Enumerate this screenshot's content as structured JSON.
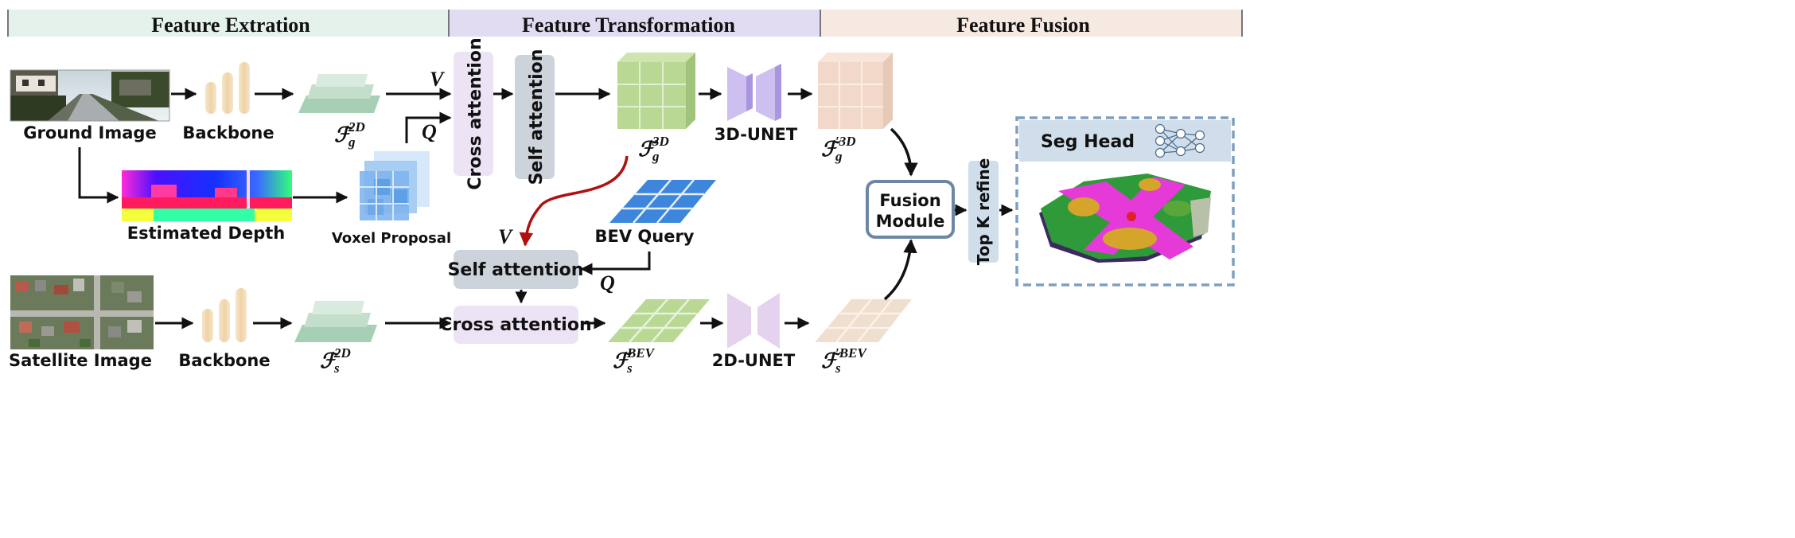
{
  "sections": {
    "extraction": "Feature Extration",
    "transformation": "Feature Transformation",
    "fusion": "Feature Fusion"
  },
  "labels": {
    "ground_image": "Ground Image",
    "backbone_top": "Backbone",
    "estimated_depth": "Estimated Depth",
    "voxel_proposal": "Voxel Proposal",
    "cross_attention_top": "Cross attention",
    "self_attention_top": "Self attention",
    "unet3d": "3D-UNET",
    "bev_query": "BEV Query",
    "self_attention_bottom": "Self attention",
    "cross_attention_bottom": "Cross attention",
    "satellite_image": "Satellite Image",
    "backbone_bottom": "Backbone",
    "unet2d": "2D-UNET",
    "fusion_module_line1": "Fusion",
    "fusion_module_line2": "Module",
    "top_k_refine": "Top K refine",
    "seg_head": "Seg Head"
  },
  "math": {
    "V": "V",
    "Q": "Q",
    "F": "ℱ",
    "g": "g",
    "s": "s",
    "sup_2d": "2D",
    "sup_3d": "3D",
    "sup_prime_3d": "′3D",
    "sup_bev": "BEV",
    "sup_prime_bev": "′BEV"
  },
  "colors": {
    "extraction_bg": "#e5f2ec",
    "transformation_bg": "#e2dcf2",
    "fusion_bg": "#f6e9e1",
    "box_purple": "#ece3f5",
    "box_gray": "#cdd3db",
    "red_arrow": "#b01010",
    "fusion_border": "#6c87a4",
    "seg_border": "#7f9fc0",
    "seg_header": "#cfdeea"
  }
}
